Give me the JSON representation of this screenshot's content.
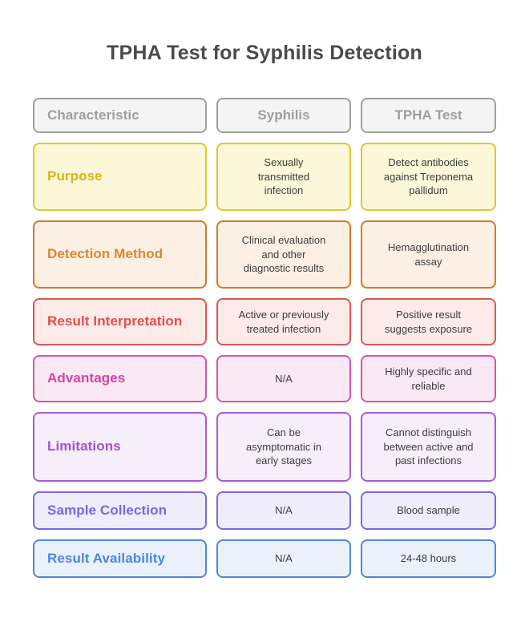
{
  "title": "TPHA Test for Syphilis Detection",
  "colors": {
    "title_text": "#4a4a4a",
    "content_text": "#3d3d3d",
    "canvas_bg": "#ffffff"
  },
  "header": {
    "columns": [
      "Characteristic",
      "Syphilis",
      "TPHA Test"
    ],
    "colors": {
      "text": "#9e9e9e",
      "border": "#9e9e9e",
      "bg": "#f4f4f4"
    }
  },
  "rows": [
    {
      "label": "Purpose",
      "syphilis": "Sexually transmitted infection",
      "tpha": "Detect antibodies against Treponema pallidum",
      "colors": {
        "text": "#d1b90e",
        "border": "#ddc92b",
        "bg": "#fbf7d8"
      }
    },
    {
      "label": "Detection Method",
      "syphilis": "Clinical evaluation and other diagnostic results",
      "tpha": "Hemagglutination assay",
      "colors": {
        "text": "#e0862f",
        "border": "#d8772b",
        "bg": "#fcefe3"
      }
    },
    {
      "label": "Result Interpretation",
      "syphilis": "Active or previously treated infection",
      "tpha": "Positive result suggests exposure",
      "colors": {
        "text": "#e74c4c",
        "border": "#e35454",
        "bg": "#fcebe9"
      }
    },
    {
      "label": "Advantages",
      "syphilis": "N/A",
      "tpha": "Highly specific and reliable",
      "colors": {
        "text": "#d6459e",
        "border": "#d557a4",
        "bg": "#fae8f4"
      }
    },
    {
      "label": "Limitations",
      "syphilis": "Can be asymptomatic in early stages",
      "tpha": "Cannot distinguish between active and past infections",
      "colors": {
        "text": "#a94fd1",
        "border": "#aa5bd3",
        "bg": "#f6eefb"
      }
    },
    {
      "label": "Sample Collection",
      "syphilis": "N/A",
      "tpha": "Blood sample",
      "colors": {
        "text": "#7767e6",
        "border": "#7669e0",
        "bg": "#efedfb"
      }
    },
    {
      "label": "Result Availability",
      "syphilis": "N/A",
      "tpha": "24-48 hours",
      "colors": {
        "text": "#4a87e0",
        "border": "#4d87d8",
        "bg": "#eaf1fb"
      }
    }
  ]
}
